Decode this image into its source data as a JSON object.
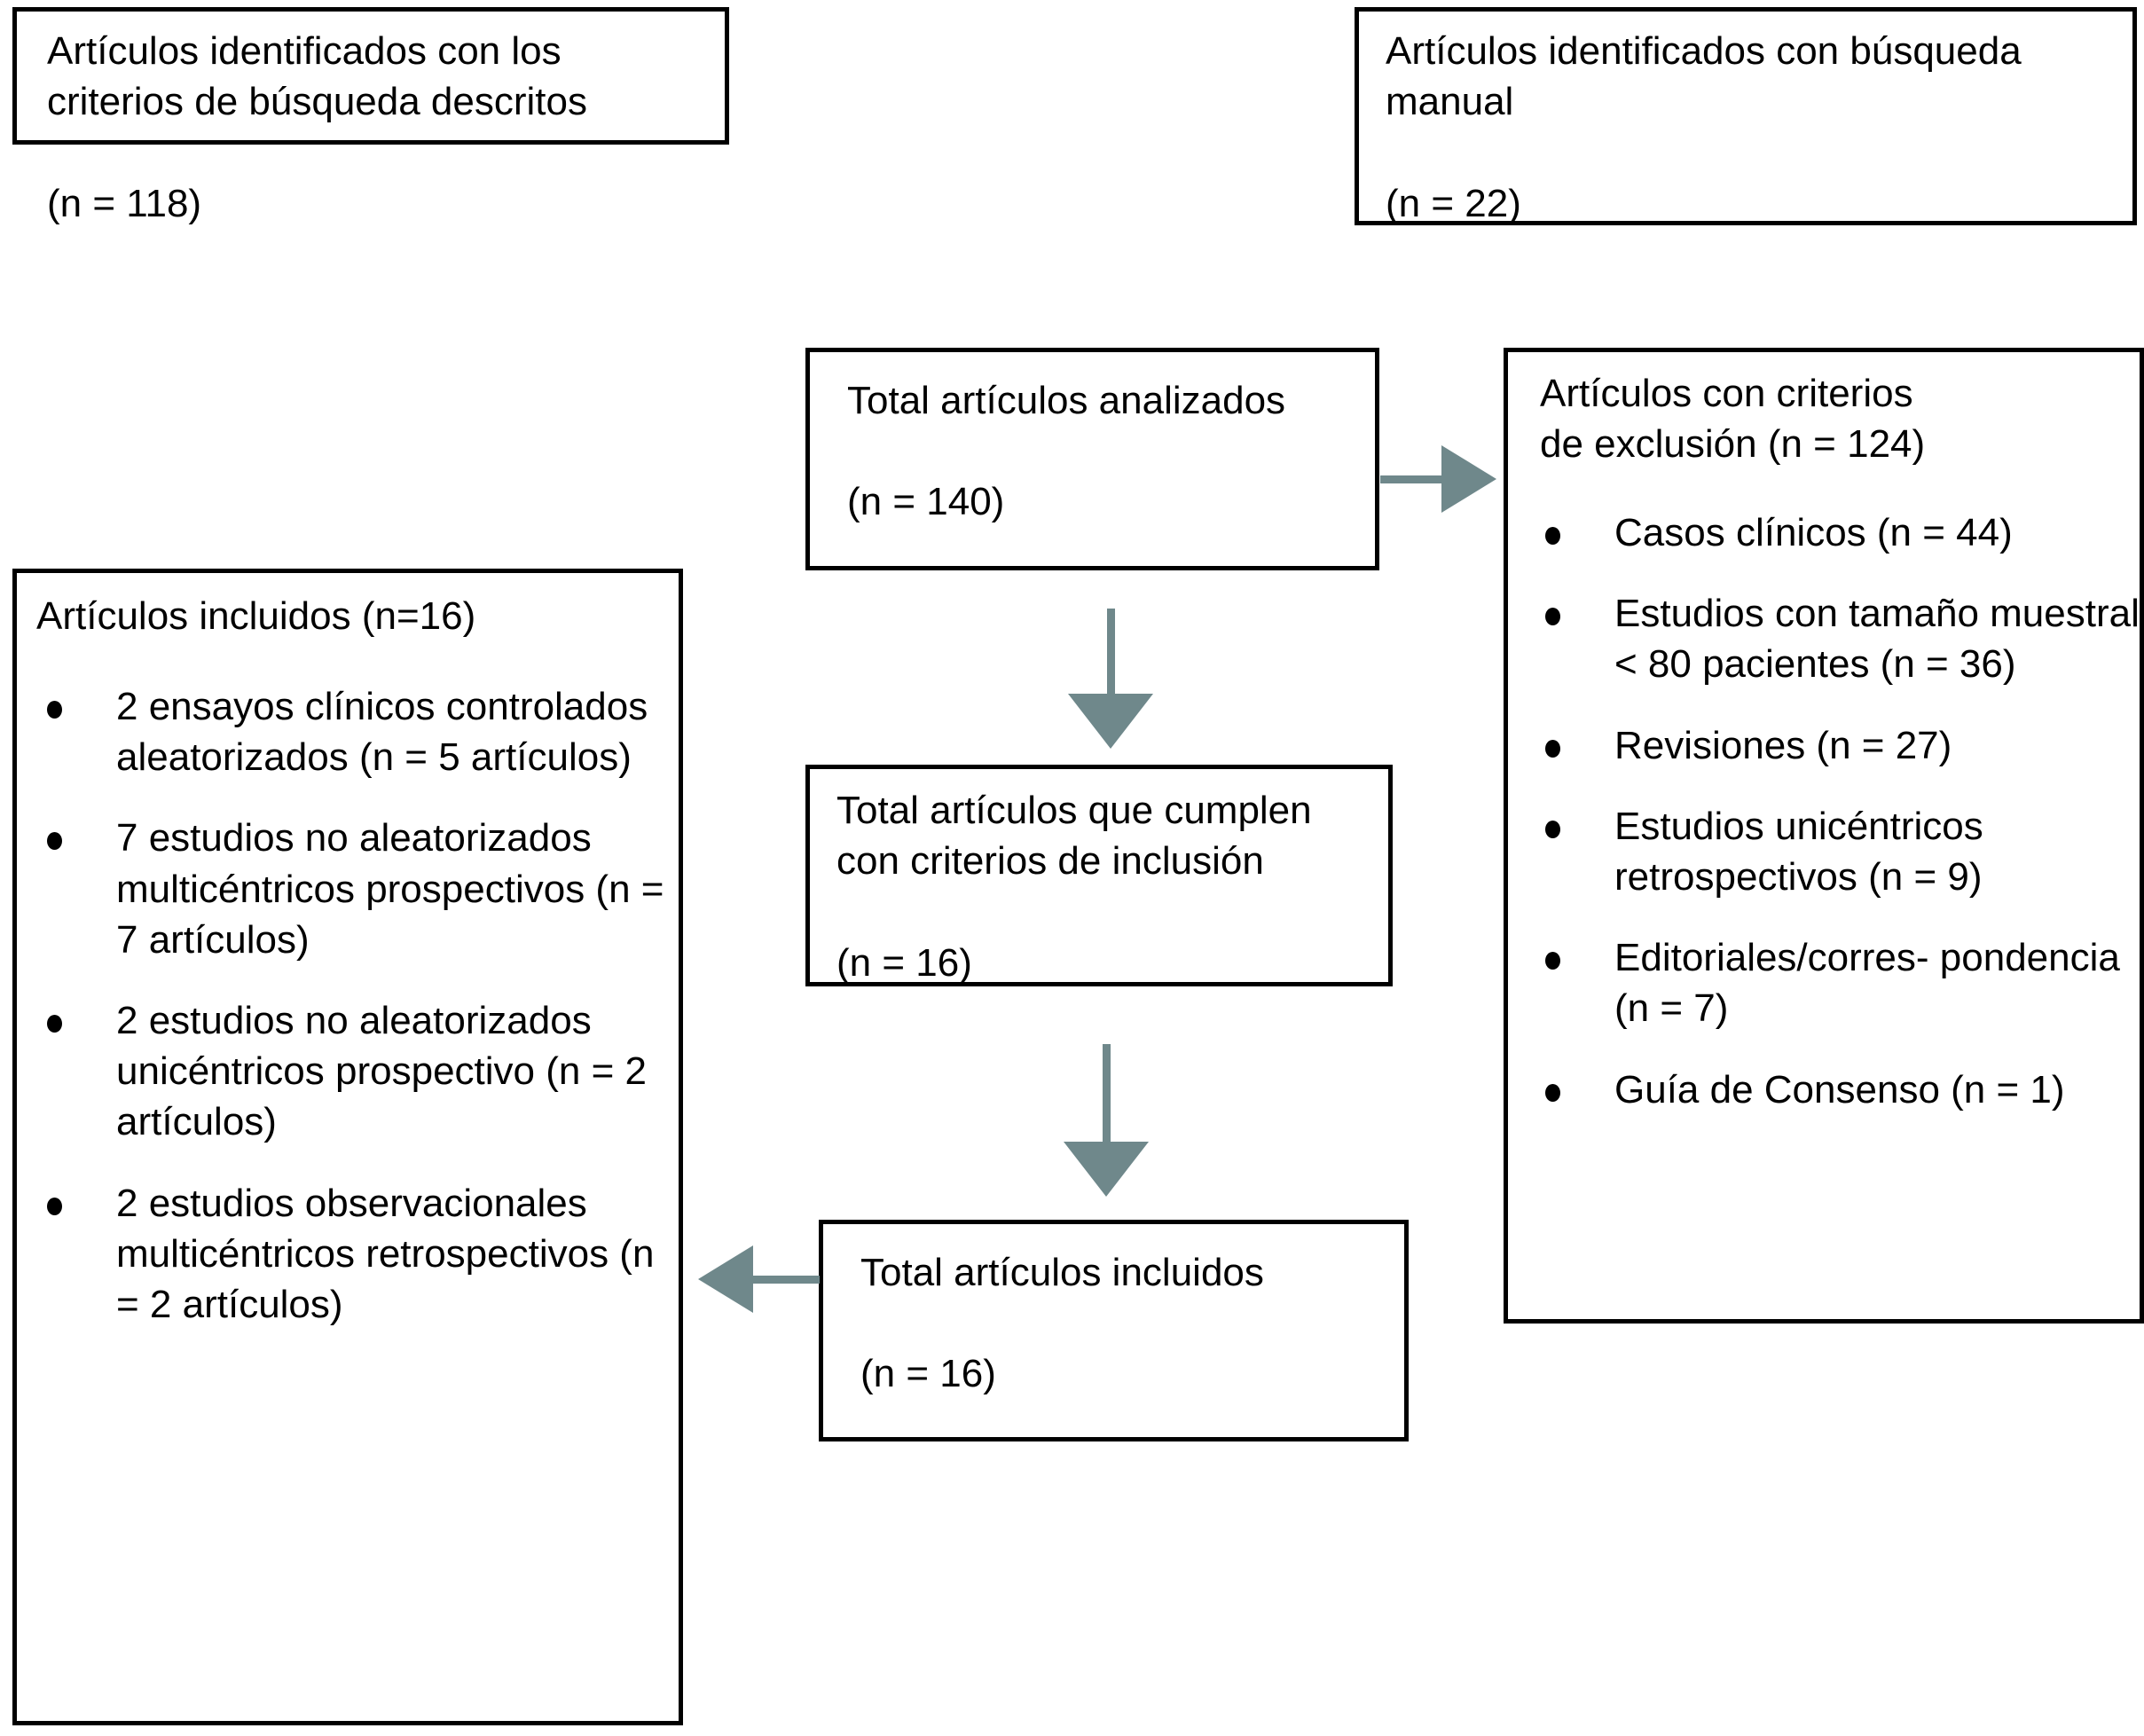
{
  "diagram": {
    "title": "Diagrama de flujo de selección de artículos",
    "accent_color": "#6f888b",
    "border_color": "#000000",
    "background_color": "#ffffff"
  },
  "boxes": {
    "identified_search": {
      "text": "Artículos identificados con los\ncriterios de búsqueda descritos\n\n(n = 118)"
    },
    "identified_manual": {
      "text": "Artículos identificados con búsqueda\nmanual\n\n (n = 22)"
    },
    "total_analyzed": {
      "text": "Total artículos analizados\n\n(n = 140)"
    },
    "meet_inclusion": {
      "text": "Total artículos que cumplen\ncon criterios de inclusión\n\n(n = 16)"
    },
    "total_included": {
      "text": "Total artículos incluidos\n\n(n = 16)"
    },
    "excluded": {
      "header": "Artículos con criterios\nde exclusión (n = 124)",
      "items": [
        "Casos clínicos (n = 44)",
        "Estudios con tamaño\nmuestral < 80\npacientes (n = 36)",
        "Revisiones (n = 27)",
        "Estudios unicéntricos\nretrospectivos (n = 9)",
        "Editoriales/corres-\npondencia (n = 7)",
        "Guía de Consenso\n(n = 1)"
      ]
    },
    "included": {
      "header": "Artículos incluidos (n=16)",
      "items": [
        "2 ensayos clínicos\ncontrolados aleatorizados\n(n = 5 artículos)",
        "7 estudios no\naleatorizados\nmulticéntricos\nprospectivos (n = 7\nartículos)",
        "2 estudios no\naleatorizados unicéntricos\nprospectivo (n = 2\nartículos)",
        "2 estudios\nobservacionales\nmulticéntricos\nretrospectivos (n = 2\nartículos)"
      ]
    }
  },
  "arrows": {
    "analyzed_to_excluded": "arrow-right",
    "analyzed_to_inclusion": "arrow-down",
    "inclusion_to_included_total": "arrow-down",
    "included_total_to_included_list": "arrow-left"
  }
}
